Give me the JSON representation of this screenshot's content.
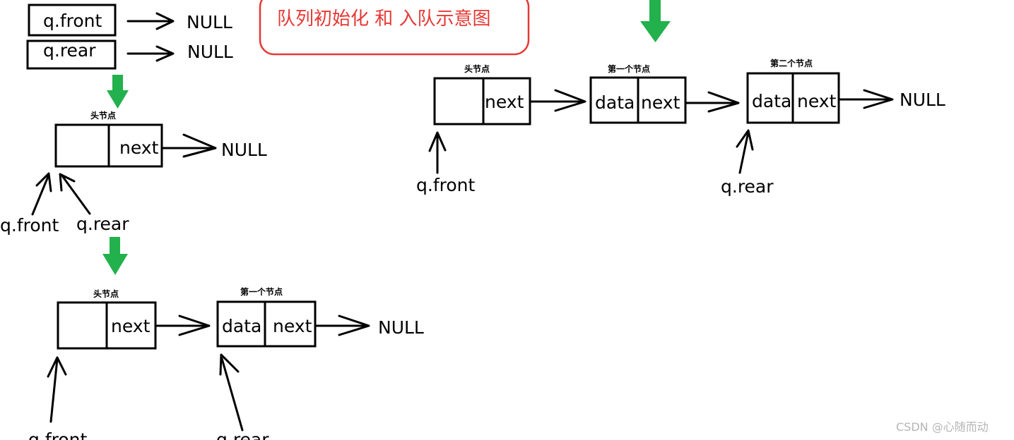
{
  "title": "队列初始化 和 入队示意图",
  "colors": {
    "title": "#e53935",
    "arrow": "#22b14c",
    "watermark": "#b5b5b5"
  },
  "labels": {
    "front": "q.front",
    "rear": "q.rear",
    "null": "NULL",
    "next": "next",
    "data": "data",
    "head_node": "头节点",
    "first_node": "第一个节点",
    "second_node": "第二个节点"
  },
  "watermark": "CSDN @心随而动"
}
